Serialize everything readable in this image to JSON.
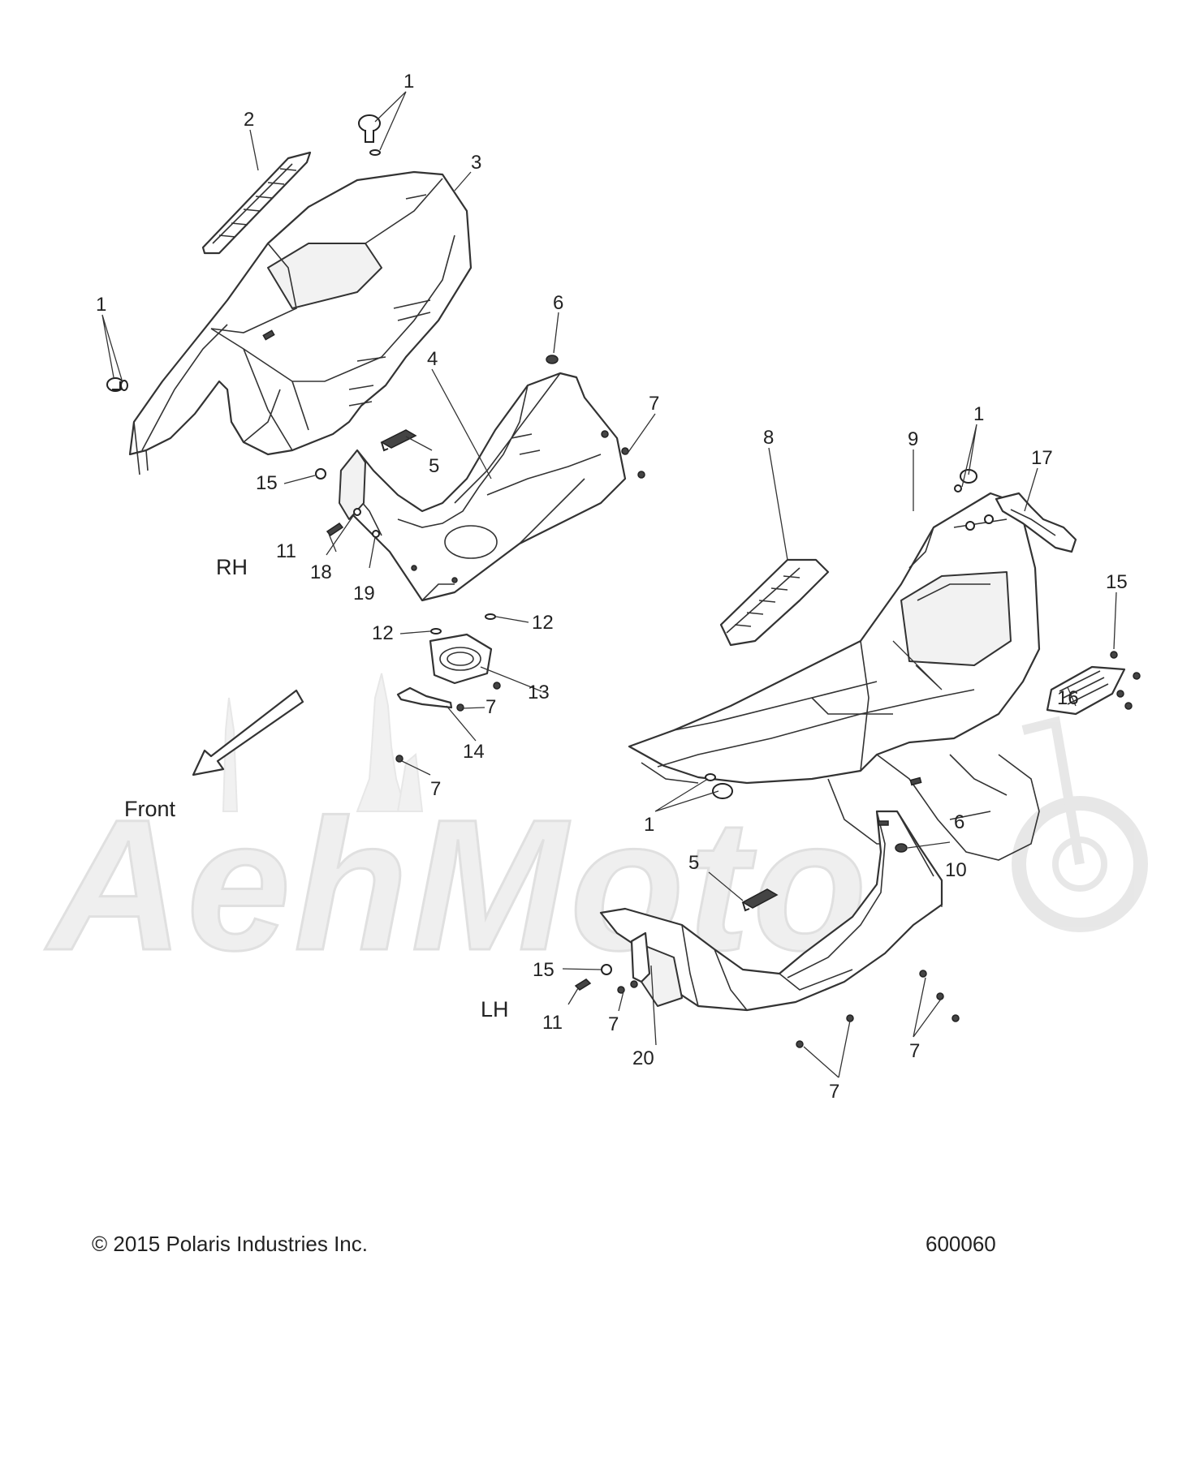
{
  "callouts": {
    "c1_top": "1",
    "c2": "2",
    "c3": "3",
    "c1_left": "1",
    "c6_top": "6",
    "c4": "4",
    "c7_a": "7",
    "c5_top": "5",
    "c15_rh": "15",
    "c11_rh": "11",
    "c18": "18",
    "c19": "19",
    "c12_left": "12",
    "c12_right": "12",
    "c13": "13",
    "c7_b": "7",
    "c14": "14",
    "c7_c": "7",
    "c8": "8",
    "c9": "9",
    "c1_right": "1",
    "c17": "17",
    "c15_right": "15",
    "c16": "16",
    "c1_bottom": "1",
    "c6_lh": "6",
    "c10": "10",
    "c5_lh": "5",
    "c15_lh": "15",
    "c11_lh": "11",
    "c7_lh_a": "7",
    "c20": "20",
    "c7_lh_b": "7",
    "c7_lh_c": "7"
  },
  "labels": {
    "rh": "RH",
    "lh": "LH",
    "front": "Front"
  },
  "footer": {
    "copyright": "© 2015 Polaris Industries Inc.",
    "figure_number": "600060"
  },
  "watermark": {
    "brand": "AehMoto"
  }
}
